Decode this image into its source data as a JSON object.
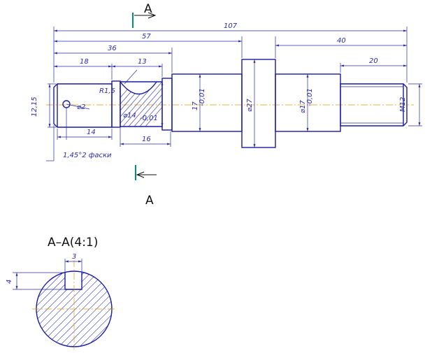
{
  "drawing": {
    "section_mark": "A",
    "section_title": "A–A(4:1)",
    "colors": {
      "outline": "#1a1aa6",
      "dimension": "#2a2ab0",
      "centerline": "#d4a000",
      "cut_plane": "#00907a",
      "arrow": "#111111"
    },
    "dimensions": {
      "overall_length": "107",
      "len_57": "57",
      "len_40": "40",
      "len_36": "36",
      "len_18": "18",
      "len_13": "13",
      "len_20": "20",
      "len_14": "14",
      "len_16": "16",
      "r_label": "R1,5",
      "dia_2": "⌀2",
      "dia_14": "⌀14",
      "dia_14_tol": "-0,01",
      "dia_17a": "17",
      "dia_17a_tol": "-0,01",
      "dia_27": "⌀27",
      "dia_17b": "⌀17",
      "dia_17b_tol": "-0,01",
      "thread": "M12",
      "dia_left": "12,15",
      "chamfer": "1,45°2 фаски",
      "key_width": "3",
      "key_depth": "4"
    }
  }
}
